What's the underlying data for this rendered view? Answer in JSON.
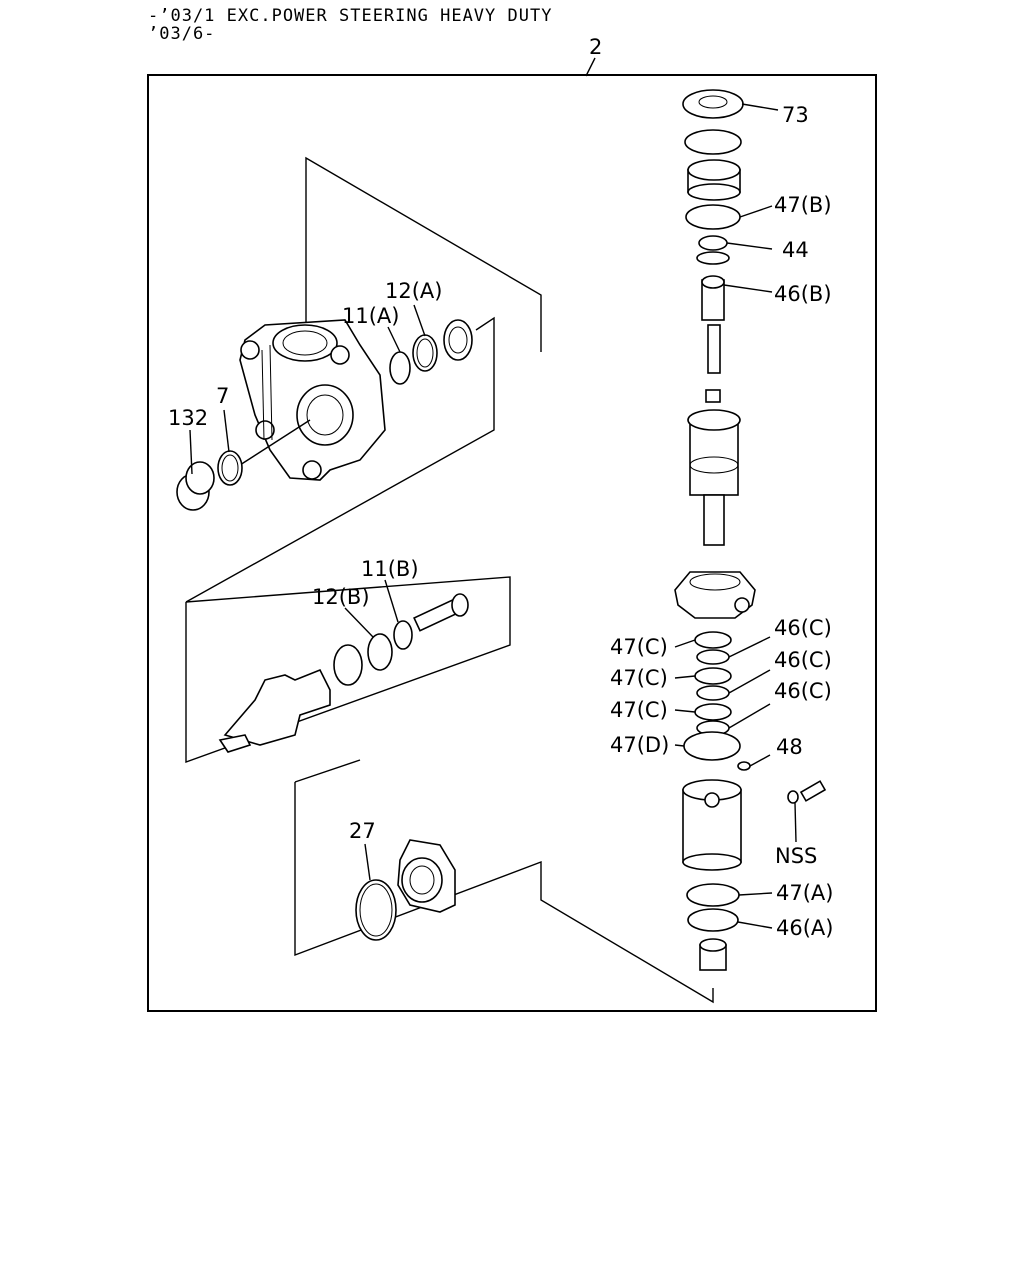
{
  "header": {
    "line1": "-’03/1 EXC.POWER STEERING HEAVY DUTY",
    "line2": "’03/6-"
  },
  "assembly_label": "2",
  "callouts": {
    "c73": "73",
    "c47b": "47(B)",
    "c44": "44",
    "c46b": "46(B)",
    "c12a": "12(A)",
    "c11a": "11(A)",
    "c132": "132",
    "c7": "7",
    "c11b": "11(B)",
    "c12b": "12(B)",
    "c46c1": "46(C)",
    "c46c2": "46(C)",
    "c46c3": "46(C)",
    "c47c1": "47(C)",
    "c47c2": "47(C)",
    "c47c3": "47(C)",
    "c47d": "47(D)",
    "c48": "48",
    "cnss": "NSS",
    "c27": "27",
    "c47a": "47(A)",
    "c46a": "46(A)"
  }
}
